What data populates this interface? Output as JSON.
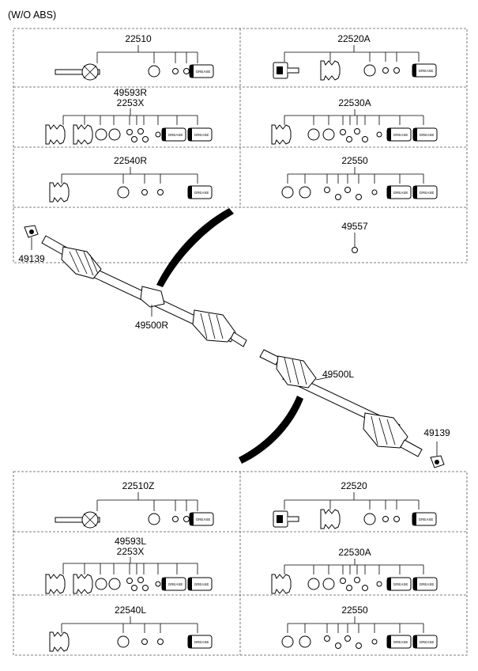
{
  "header": {
    "title": "(W/O ABS)"
  },
  "upper_kits": [
    {
      "code": "22510"
    },
    {
      "code": "22520A"
    },
    {
      "code": "49593R",
      "code2": "2253X"
    },
    {
      "code": "22530A"
    },
    {
      "code": "22540R"
    },
    {
      "code": "22550"
    },
    {
      "code": "49557"
    }
  ],
  "lower_kits": [
    {
      "code": "22510Z"
    },
    {
      "code": "22520"
    },
    {
      "code": "49593L",
      "code2": "2253X"
    },
    {
      "code": "22530A"
    },
    {
      "code": "22540L"
    },
    {
      "code": "22550"
    }
  ],
  "callouts": {
    "nut_left": "49139",
    "shaft_right": "49500R",
    "shaft_left": "49500L",
    "nut_right": "49139"
  },
  "grease_label": "GREASE"
}
